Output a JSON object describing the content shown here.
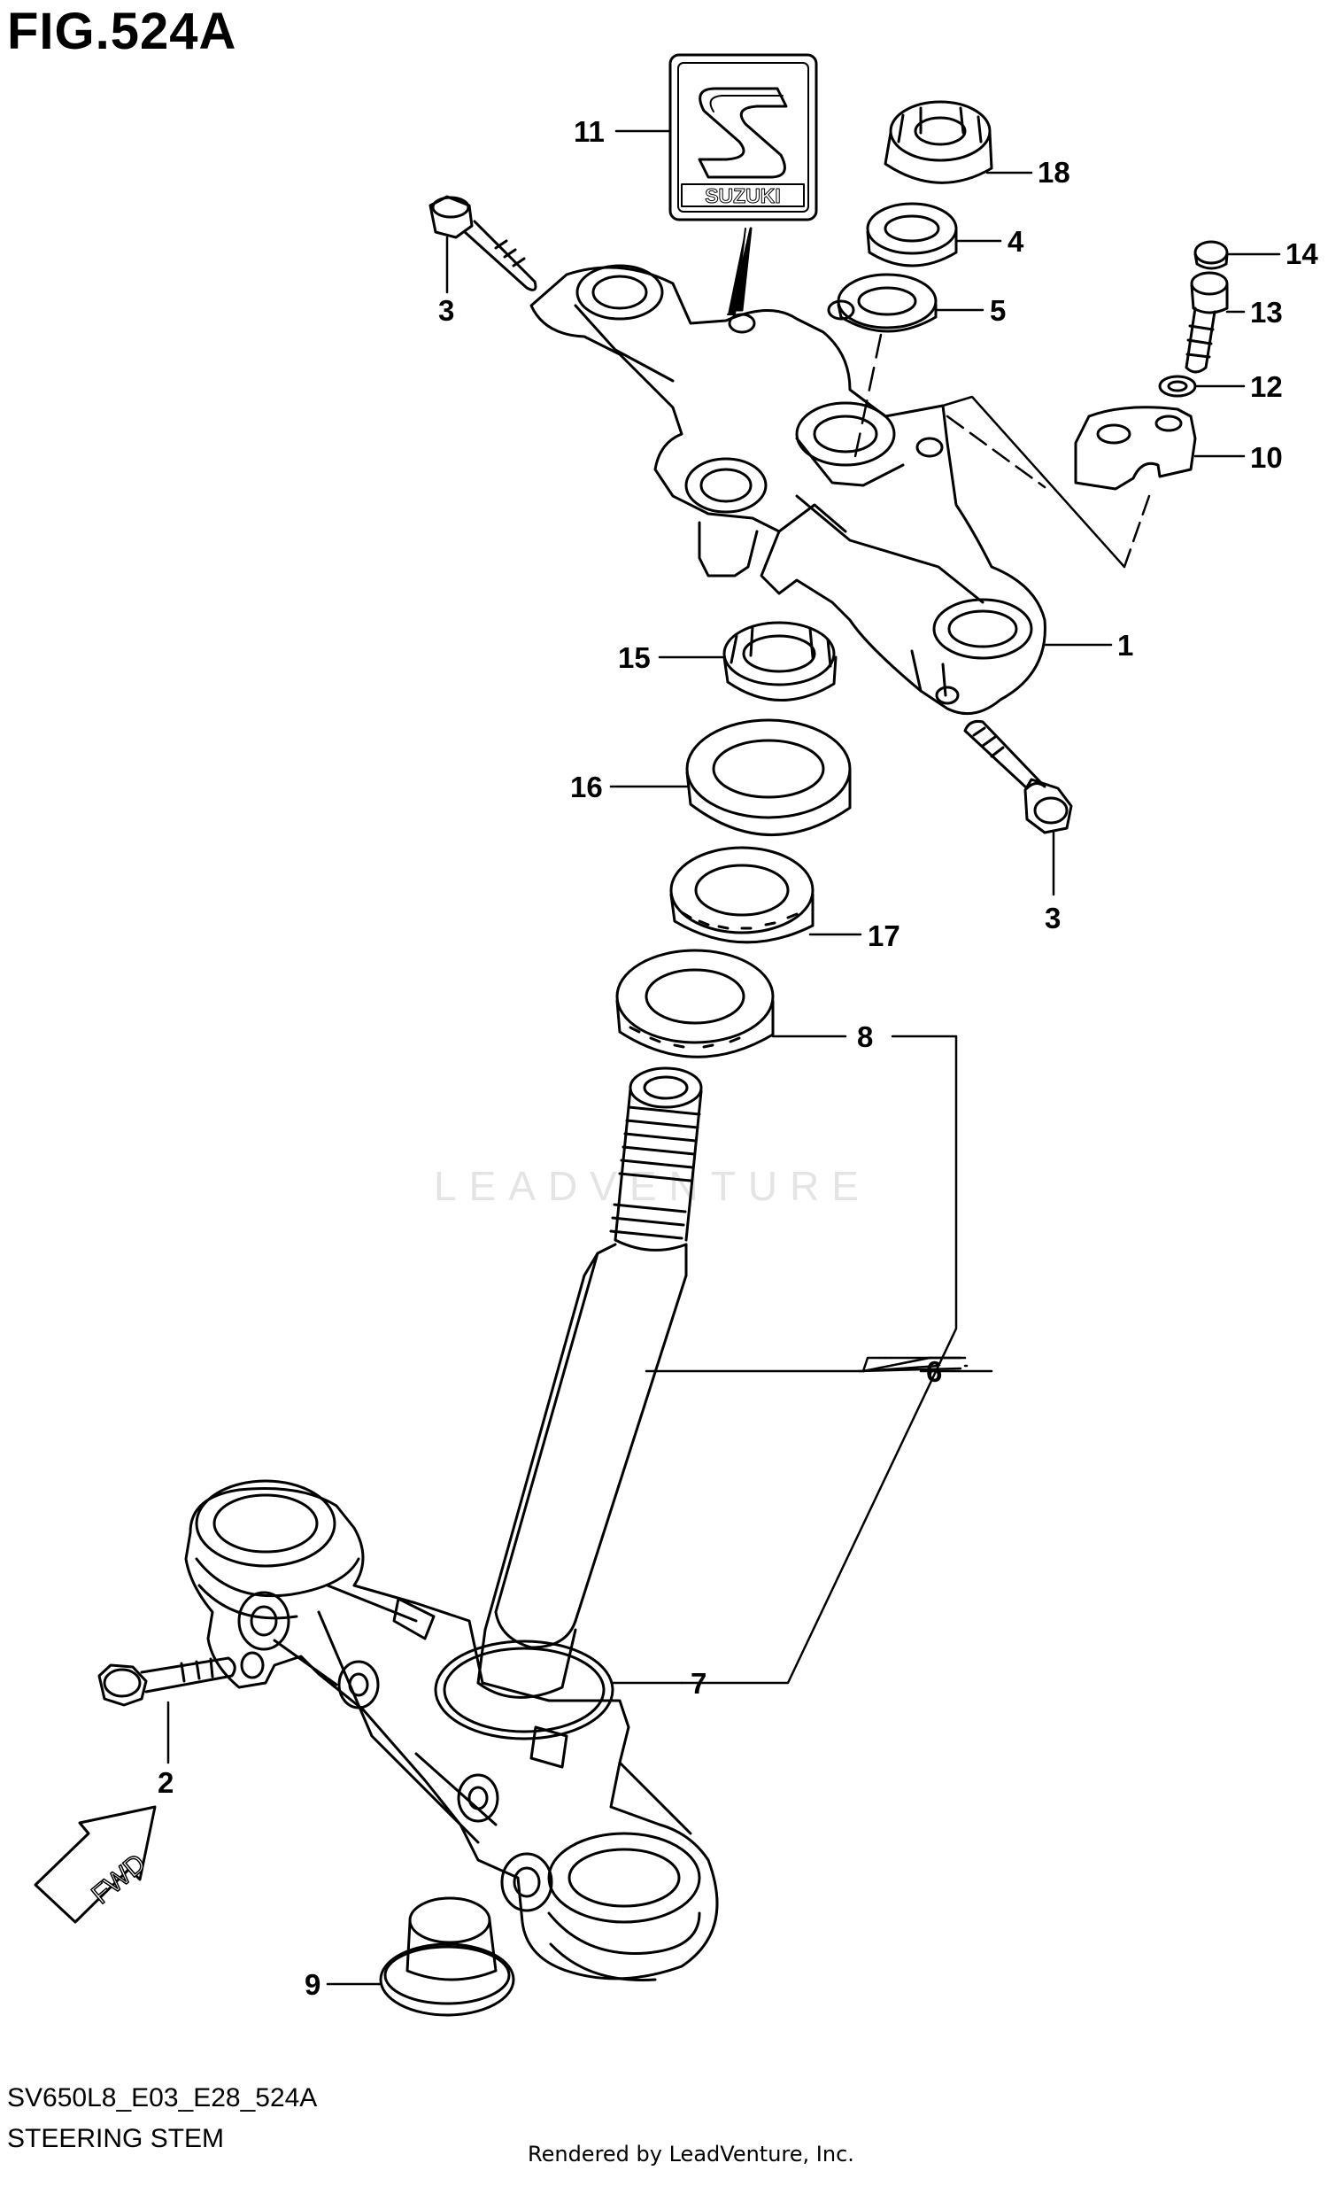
{
  "figure": {
    "title": "FIG.524A",
    "model_code": "SV650L8_E03_E28_524A",
    "name": "STEERING STEM",
    "rendered_by": "Rendered by LeadVenture, Inc.",
    "watermark": "LEADVENTURE",
    "fwd_label": "FWD",
    "badge_text": "SUZUKI"
  },
  "callouts": [
    {
      "id": "11",
      "label": "11"
    },
    {
      "id": "18",
      "label": "18"
    },
    {
      "id": "4",
      "label": "4"
    },
    {
      "id": "14",
      "label": "14"
    },
    {
      "id": "3a",
      "label": "3"
    },
    {
      "id": "13",
      "label": "13"
    },
    {
      "id": "5",
      "label": "5"
    },
    {
      "id": "12",
      "label": "12"
    },
    {
      "id": "10",
      "label": "10"
    },
    {
      "id": "1",
      "label": "1"
    },
    {
      "id": "15",
      "label": "15"
    },
    {
      "id": "16",
      "label": "16"
    },
    {
      "id": "3b",
      "label": "3"
    },
    {
      "id": "17",
      "label": "17"
    },
    {
      "id": "8",
      "label": "8"
    },
    {
      "id": "6",
      "label": "6"
    },
    {
      "id": "7",
      "label": "7"
    },
    {
      "id": "2",
      "label": "2"
    },
    {
      "id": "9",
      "label": "9"
    }
  ]
}
